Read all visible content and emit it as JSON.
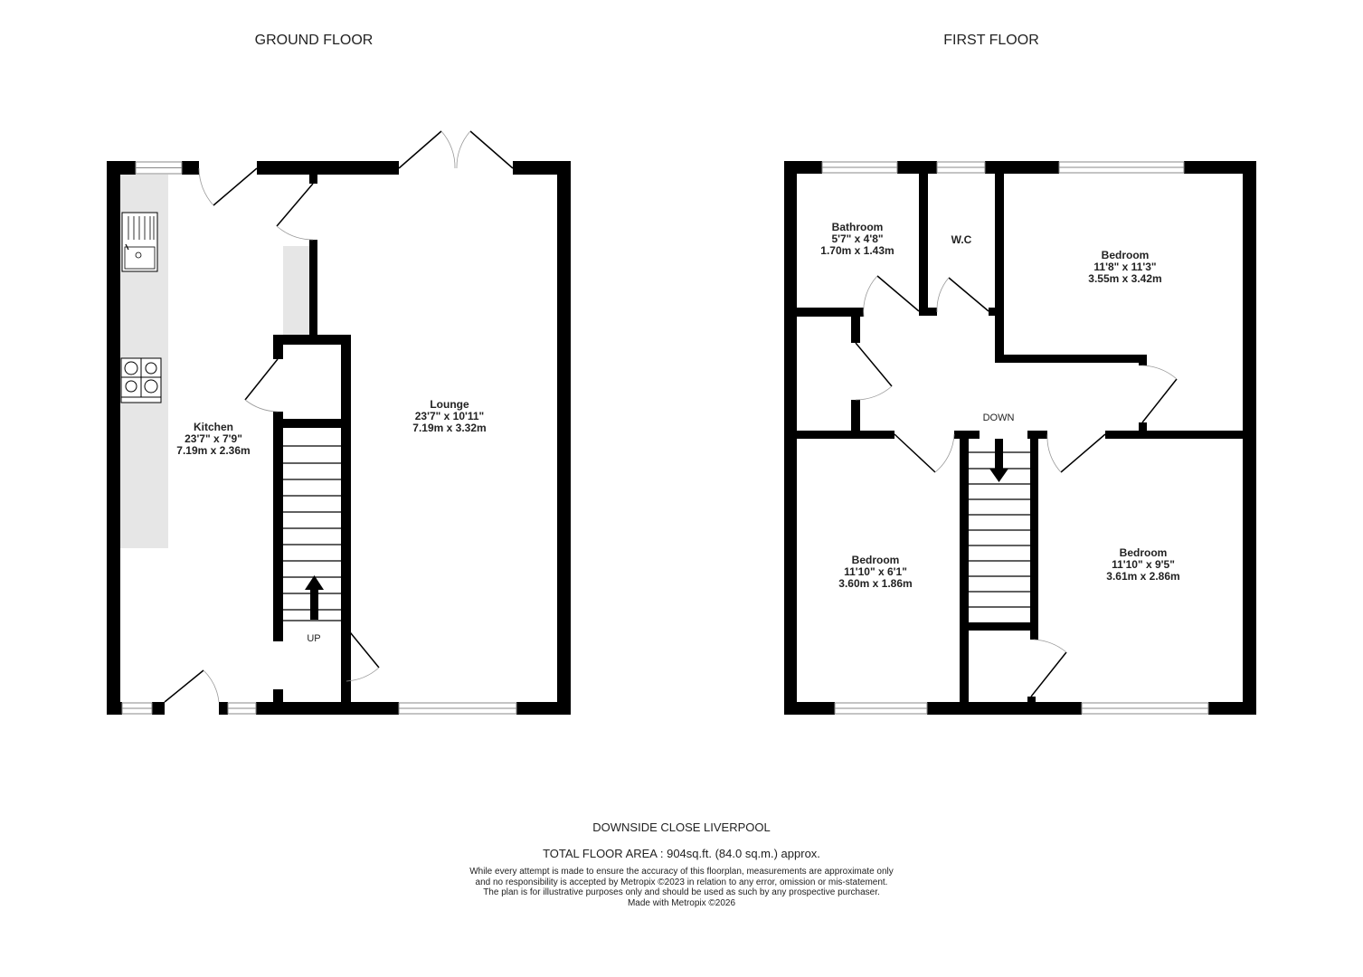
{
  "ground_floor": {
    "title": "GROUND FLOOR",
    "rooms": [
      {
        "name": "Kitchen",
        "imperial": "23'7\"  x 7'9\"",
        "metric": "7.19m  x 2.36m"
      },
      {
        "name": "Lounge",
        "imperial": "23'7\"  x 10'11\"",
        "metric": "7.19m  x 3.32m"
      }
    ],
    "stairs_label": "UP"
  },
  "first_floor": {
    "title": "FIRST FLOOR",
    "rooms": [
      {
        "name": "Bathroom",
        "imperial": "5'7\"  x 4'8\"",
        "metric": "1.70m  x 1.43m"
      },
      {
        "name": "W.C"
      },
      {
        "name": "Bedroom",
        "imperial": "11'8\"  x 11'3\"",
        "metric": "3.55m  x 3.42m"
      },
      {
        "name": "Bedroom",
        "imperial": "11'10\"  x 6'1\"",
        "metric": "3.60m  x 1.86m"
      },
      {
        "name": "Bedroom",
        "imperial": "11'10\"  x 9'5\"",
        "metric": "3.61m  x 2.86m"
      }
    ],
    "stairs_label": "DOWN"
  },
  "footer": {
    "address": "DOWNSIDE CLOSE LIVERPOOL",
    "total_area": "TOTAL FLOOR AREA : 904sq.ft. (84.0 sq.m.) approx.",
    "disclaimer": [
      "While every attempt is made to ensure the accuracy of this floorplan, measurements are approximate only",
      "and no responsibility is accepted by Metropix ©2023 in relation to any error, omission or mis-statement.",
      "The plan is for illustrative purposes only and should be used as such by any prospective purchaser.",
      "Made with Metropix ©2026"
    ]
  },
  "colors": {
    "wall": "#000000",
    "counter": "#e6e6e6",
    "background": "#ffffff"
  }
}
